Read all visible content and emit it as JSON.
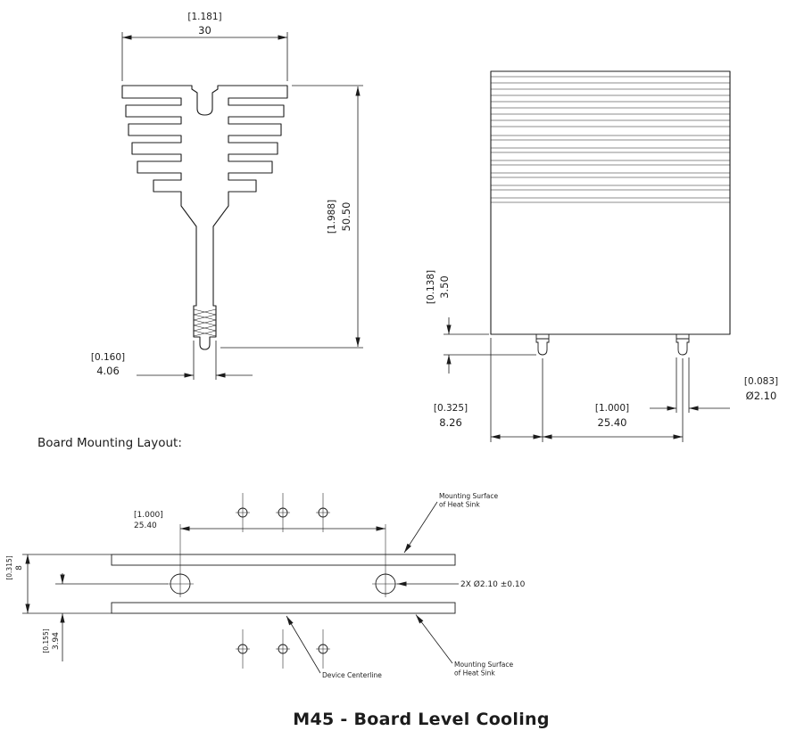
{
  "page": {
    "section_label": "Board Mounting Layout:",
    "title": "M45 - Board Level Cooling"
  },
  "colors": {
    "line": "#1c1c1c",
    "title": "#4f4c3a"
  },
  "front_view": {
    "width_dim": {
      "alt": "[1.181]",
      "value": "30"
    },
    "height_dim": {
      "alt": "[1.988]",
      "value": "50.50"
    },
    "stud_dim": {
      "alt": "[0.160]",
      "value": "4.06"
    }
  },
  "side_view": {
    "standoff_dim": {
      "alt": "[0.138]",
      "value": "3.50"
    },
    "pin_offset_dim": {
      "alt": "[0.325]",
      "value": "8.26"
    },
    "pin_pitch_dim": {
      "alt": "[1.000]",
      "value": "25.40"
    },
    "pin_dia_dim": {
      "alt": "[0.083]",
      "value": "Ø2.10"
    }
  },
  "board_layout": {
    "hole_pitch_dim": {
      "alt": "[1.000]",
      "value": "25.40"
    },
    "width_dim": {
      "alt": "[0.315]",
      "value": "8"
    },
    "offset_dim": {
      "alt": "[0.155]",
      "value": "3.94"
    },
    "hole_note": "2X Ø2.10 ±0.10",
    "surface_label_top": {
      "line1": "Mounting Surface",
      "line2": "of Heat Sink"
    },
    "surface_label_bottom": {
      "line1": "Mounting Surface",
      "line2": "of Heat Sink"
    },
    "centerline_label": "Device Centerline"
  }
}
